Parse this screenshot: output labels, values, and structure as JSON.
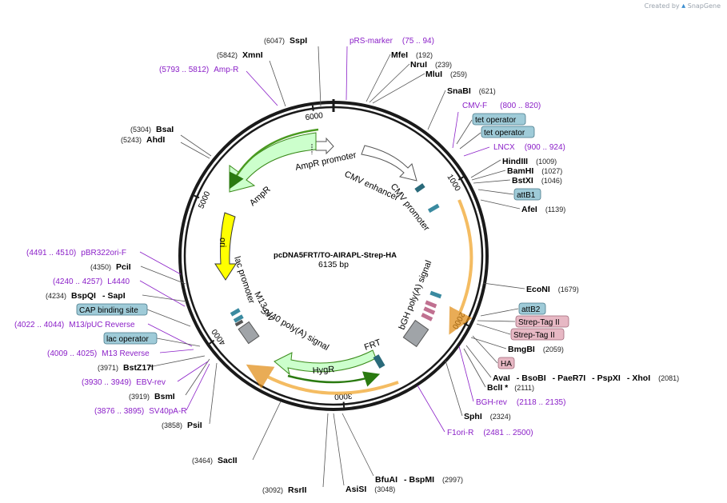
{
  "branding": {
    "created_by": "Created by",
    "product": "SnapGene"
  },
  "plasmid": {
    "name": "pcDNA5FRT/TO-AIRAPL-Strep-HA",
    "size": "6135 bp",
    "length": 6135
  },
  "ticks": [
    {
      "bp": 1000,
      "label": "1000"
    },
    {
      "bp": 2000,
      "label": "2000"
    },
    {
      "bp": 3000,
      "label": "3000"
    },
    {
      "bp": 4000,
      "label": "4000"
    },
    {
      "bp": 5000,
      "label": "5000"
    },
    {
      "bp": 6000,
      "label": "6000"
    }
  ],
  "sites": [
    {
      "id": "sspi",
      "name": "SspI",
      "pos": "(6047)"
    },
    {
      "id": "xmni",
      "name": "XmnI",
      "pos": "(5842)"
    },
    {
      "id": "bsai",
      "name": "BsaI",
      "pos": "(5304)"
    },
    {
      "id": "ahdi",
      "name": "AhdI",
      "pos": "(5243)"
    },
    {
      "id": "mfei",
      "name": "MfeI",
      "pos": "(192)"
    },
    {
      "id": "nrui",
      "name": "NruI",
      "pos": "(239)"
    },
    {
      "id": "mlui",
      "name": "MluI",
      "pos": "(259)"
    },
    {
      "id": "snabi",
      "name": "SnaBI",
      "pos": "(621)"
    },
    {
      "id": "hindiii",
      "name": "HindIII",
      "pos": "(1009)"
    },
    {
      "id": "bamhi",
      "name": "BamHI",
      "pos": "(1027)"
    },
    {
      "id": "bstxi",
      "name": "BstXI",
      "pos": "(1046)"
    },
    {
      "id": "afei",
      "name": "AfeI",
      "pos": "(1139)"
    },
    {
      "id": "econi",
      "name": "EcoNI",
      "pos": "(1679)"
    },
    {
      "id": "bmgbi",
      "name": "BmgBI",
      "pos": "(2059)"
    },
    {
      "id": "aval",
      "name": "AvaI",
      "sep1": "-",
      "n2": "BsoBI",
      "sep2": "-",
      "n3": "PaeR7I",
      "sep3": "-",
      "n4": "PspXI",
      "sep4": "-",
      "n5": "XhoI",
      "pos": "(2081)"
    },
    {
      "id": "bcli",
      "name": "BclI *",
      "pos": "(2111)"
    },
    {
      "id": "sphi",
      "name": "SphI",
      "pos": "(2324)"
    },
    {
      "id": "bfuai",
      "name": "BfuAI",
      "sep1": "-",
      "n2": "BspMI",
      "pos": "(2997)"
    },
    {
      "id": "asisi",
      "name": "AsiSI",
      "pos": "(3048)"
    },
    {
      "id": "rsrii",
      "name": "RsrII",
      "pos": "(3092)"
    },
    {
      "id": "sacii",
      "name": "SacII",
      "pos": "(3464)"
    },
    {
      "id": "psii",
      "name": "PsiI",
      "pos": "(3858)"
    },
    {
      "id": "bsmi",
      "name": "BsmI",
      "pos": "(3919)"
    },
    {
      "id": "bstz17i",
      "name": "BstZ17I",
      "pos": "(3971)"
    },
    {
      "id": "bspqi",
      "name": "BspQI",
      "sep1": "-",
      "n2": "SapI",
      "pos": "(4234)"
    },
    {
      "id": "pcii",
      "name": "PciI",
      "pos": "(4350)"
    }
  ],
  "primers": [
    {
      "id": "prs",
      "name": "pRS-marker",
      "range": "(75 .. 94)"
    },
    {
      "id": "ampr",
      "name": "Amp-R",
      "range": "(5793 .. 5812)"
    },
    {
      "id": "cmvf",
      "name": "CMV-F",
      "range": "(800 .. 820)"
    },
    {
      "id": "lncx",
      "name": "LNCX",
      "range": "(900 .. 924)"
    },
    {
      "id": "bghrev",
      "name": "BGH-rev",
      "range": "(2118 .. 2135)"
    },
    {
      "id": "f1ori",
      "name": "F1ori-R",
      "range": "(2481 .. 2500)"
    },
    {
      "id": "sv40pa",
      "name": "SV40pA-R",
      "range": "(3876 .. 3895)"
    },
    {
      "id": "ebvrev",
      "name": "EBV-rev",
      "range": "(3930 .. 3949)"
    },
    {
      "id": "m13rev",
      "name": "M13 Reverse",
      "range": "(4009 .. 4025)"
    },
    {
      "id": "m13puc",
      "name": "M13/pUC Reverse",
      "range": "(4022 .. 4044)"
    },
    {
      "id": "l4440",
      "name": "L4440",
      "range": "(4240 .. 4257)"
    },
    {
      "id": "pbr",
      "name": "pBR322ori-F",
      "range": "(4491 .. 4510)"
    }
  ],
  "boxed_features": [
    {
      "id": "tet1",
      "name": "tet operator",
      "kind": "blue"
    },
    {
      "id": "tet2",
      "name": "tet operator",
      "kind": "blue"
    },
    {
      "id": "attb1",
      "name": "attB1",
      "kind": "blue"
    },
    {
      "id": "attb2",
      "name": "attB2",
      "kind": "blue"
    },
    {
      "id": "strep1",
      "name": "Strep-Tag II",
      "kind": "pink"
    },
    {
      "id": "strep2",
      "name": "Strep-Tag II",
      "kind": "pink"
    },
    {
      "id": "ha",
      "name": "HA",
      "kind": "pink"
    },
    {
      "id": "cap",
      "name": "CAP binding site",
      "kind": "blue"
    },
    {
      "id": "lacop",
      "name": "lac operator",
      "kind": "blue"
    }
  ],
  "features": {
    "ampr_promoter": "AmpR promoter",
    "cmv_enhancer": "CMV enhancer",
    "cmv_promoter": "CMV promoter",
    "ampr": "AmpR",
    "ori": "ori",
    "lac_promoter": "lac promoter",
    "m13_rev": "M13 rev",
    "sv40": "SV40 poly(A) signal",
    "bgh": "bGH poly(A) signal",
    "frt": "FRT",
    "hygr": "HygR"
  },
  "colors": {
    "backbone": "#1a1a1a",
    "primer": "#8b20c8",
    "blue_box": "#9fcbd8",
    "pink_box": "#e7b8c4",
    "cds_fill": "#ccffcc",
    "cds_stroke": "#3a8a1a",
    "ori_fill": "#ffff00",
    "orange_arc": "#f0a020"
  }
}
